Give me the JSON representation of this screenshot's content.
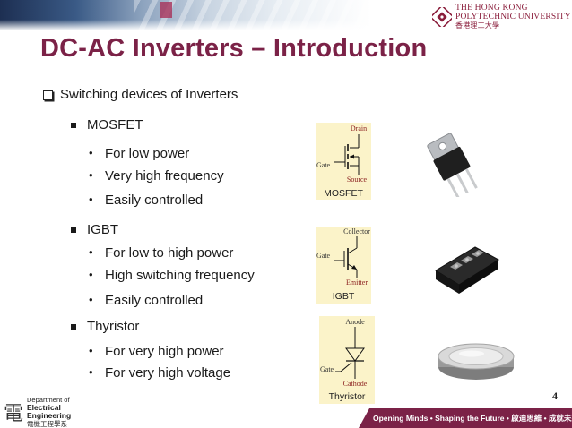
{
  "header": {
    "university_en_1": "The Hong Kong",
    "university_en_2": "Polytechnic University",
    "university_cn": "香港理工大學"
  },
  "slide": {
    "title": "DC-AC Inverters – Introduction",
    "heading": "Switching devices of Inverters",
    "devices": [
      {
        "name": "MOSFET",
        "points": [
          "For low power",
          "Very high frequency",
          "Easily controlled"
        ]
      },
      {
        "name": "IGBT",
        "points": [
          "For low to high power",
          "High switching frequency",
          "Easily controlled"
        ]
      },
      {
        "name": "Thyristor",
        "points": [
          "For very high power",
          "For very high voltage"
        ]
      }
    ],
    "symbols": {
      "mosfet": {
        "top": "Drain",
        "left": "Gate",
        "bottom": "Source",
        "caption": "MOSFET"
      },
      "igbt": {
        "top": "Collector",
        "left": "Gate",
        "bottom": "Emitter",
        "caption": "IGBT"
      },
      "thyristor": {
        "top": "Anode",
        "left": "Gate",
        "bottom": "Cathode",
        "caption": "Thyristor"
      }
    },
    "page_number": "4"
  },
  "footer": {
    "dept_glyph": "電",
    "dept_line1": "Department of",
    "dept_line2": "Electrical Engineering",
    "dept_line3": "電機工程學系",
    "tagline": "Opening Minds • Shaping the Future • 啟迪思維 • 成就未來"
  },
  "colors": {
    "title": "#7b2247",
    "symbol_bg": "#fbf3c9",
    "symbol_text": "#8a1d1d",
    "footer_bar": "#7b2247"
  }
}
